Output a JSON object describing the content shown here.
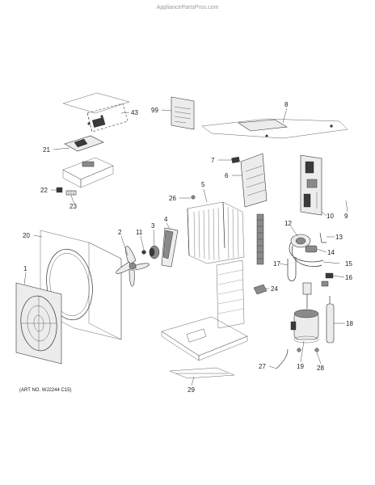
{
  "watermark": "AppliancePartsPros.com",
  "art_number": "(ART NO. WJ2244 C15)",
  "callouts": {
    "c1": "1",
    "c2": "2",
    "c3": "3",
    "c4": "4",
    "c5": "5",
    "c6": "6",
    "c7": "7",
    "c8": "8",
    "c9": "9",
    "c10": "10",
    "c11": "11",
    "c12": "12",
    "c13": "13",
    "c14": "14",
    "c15": "15",
    "c16": "16",
    "c17": "17",
    "c18": "18",
    "c19": "19",
    "c20": "20",
    "c21": "21",
    "c22": "22",
    "c23": "23",
    "c24": "24",
    "c26": "26",
    "c27": "27",
    "c28": "28",
    "c29": "29",
    "c43": "43",
    "c99": "99"
  }
}
